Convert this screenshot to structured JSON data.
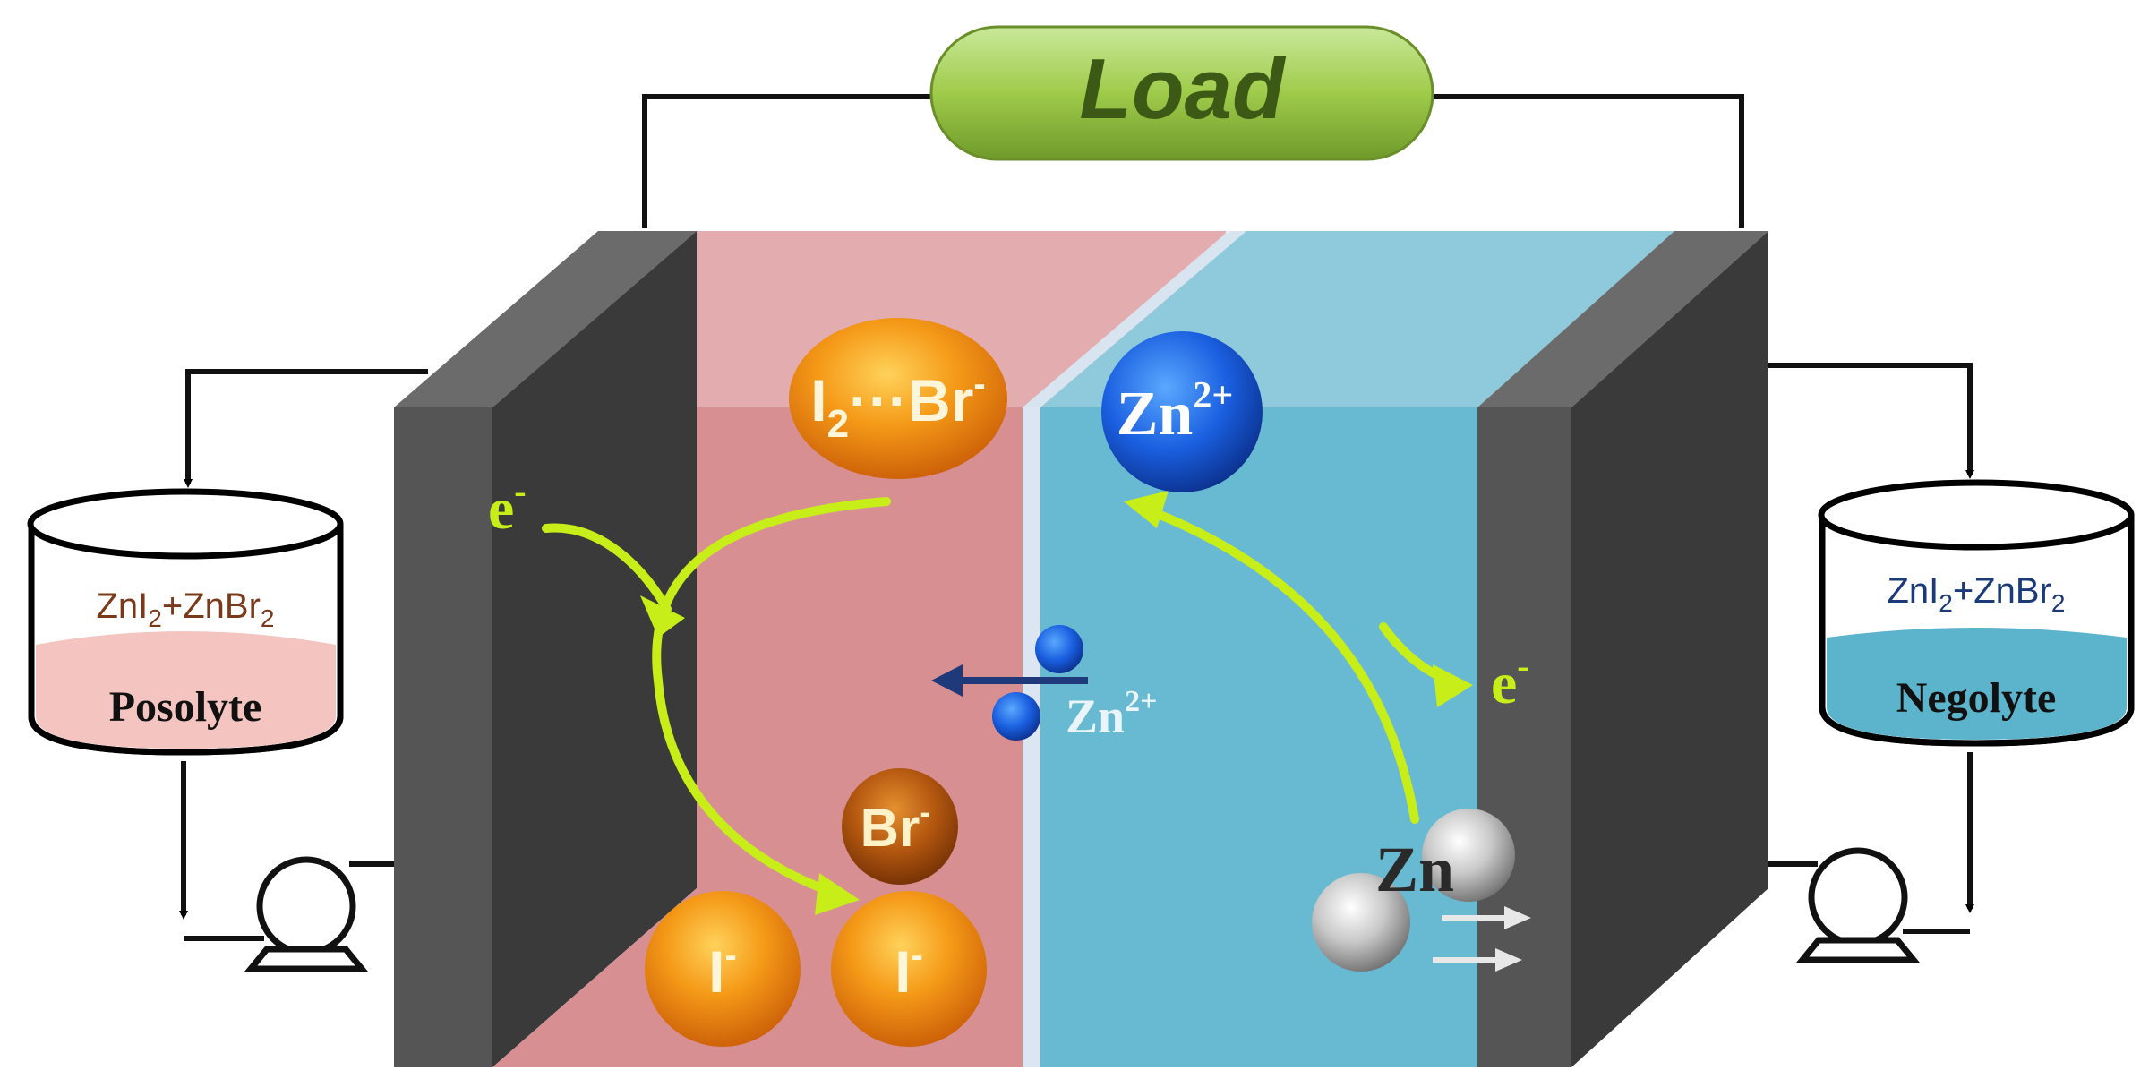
{
  "load_label": "Load",
  "posolyte": {
    "formula_parts": [
      "ZnI",
      "2",
      "+ZnBr",
      "2"
    ],
    "label": "Posolyte"
  },
  "negolyte": {
    "formula_parts": [
      "ZnI",
      "2",
      "+ZnBr",
      "2"
    ],
    "label": "Negolyte"
  },
  "species": {
    "complex": [
      "I",
      "2",
      "···Br",
      "-"
    ],
    "zn_ion_large": [
      "Zn",
      "2+"
    ],
    "zn_ion_small": [
      "Zn",
      "2+"
    ],
    "bromide": [
      "Br",
      "-"
    ],
    "iodide_left": [
      "I",
      "-"
    ],
    "iodide_right": [
      "I",
      "-"
    ],
    "zinc_metal": "Zn",
    "electron_left": [
      "e",
      "-"
    ],
    "electron_right": [
      "e",
      "-"
    ]
  },
  "colors": {
    "posolyte_fill": "#f4c5c0",
    "negolyte_fill": "#5bb3cc",
    "pink_chamber": "#d88f92",
    "blue_chamber": "#68b9d2",
    "electrode": "#474747",
    "arrow": "#c8ee1a",
    "load_fill": "#9fcb4a",
    "orange_ion": "#f28a10",
    "blue_ion": "#1a5fe0"
  }
}
